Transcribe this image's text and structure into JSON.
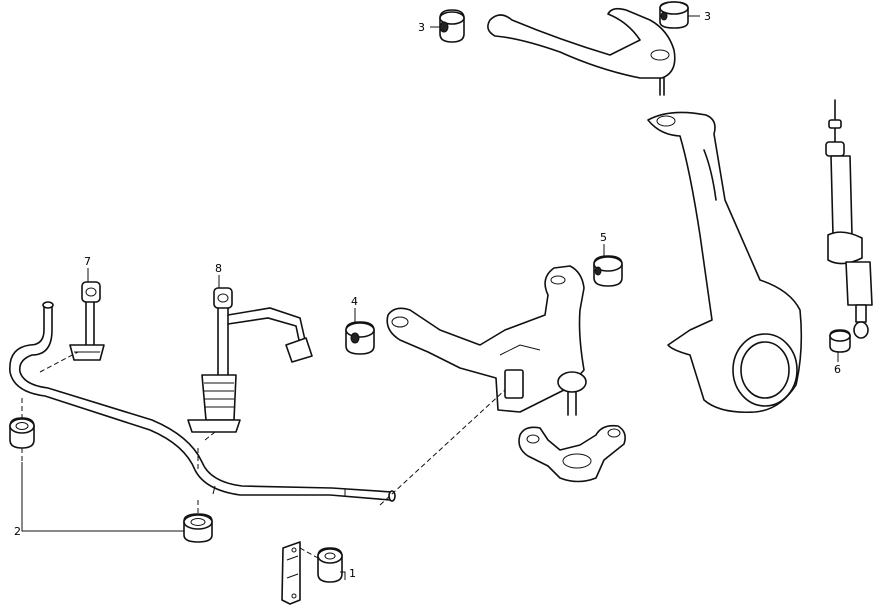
{
  "callouts": [
    {
      "id": "c1",
      "text": "1"
    },
    {
      "id": "c2",
      "text": "2"
    },
    {
      "id": "c3a",
      "text": "3"
    },
    {
      "id": "c3b",
      "text": "3"
    },
    {
      "id": "c4",
      "text": "4"
    },
    {
      "id": "c5",
      "text": "5"
    },
    {
      "id": "c6",
      "text": "6"
    },
    {
      "id": "c7",
      "text": "7"
    },
    {
      "id": "c8",
      "text": "8"
    }
  ]
}
